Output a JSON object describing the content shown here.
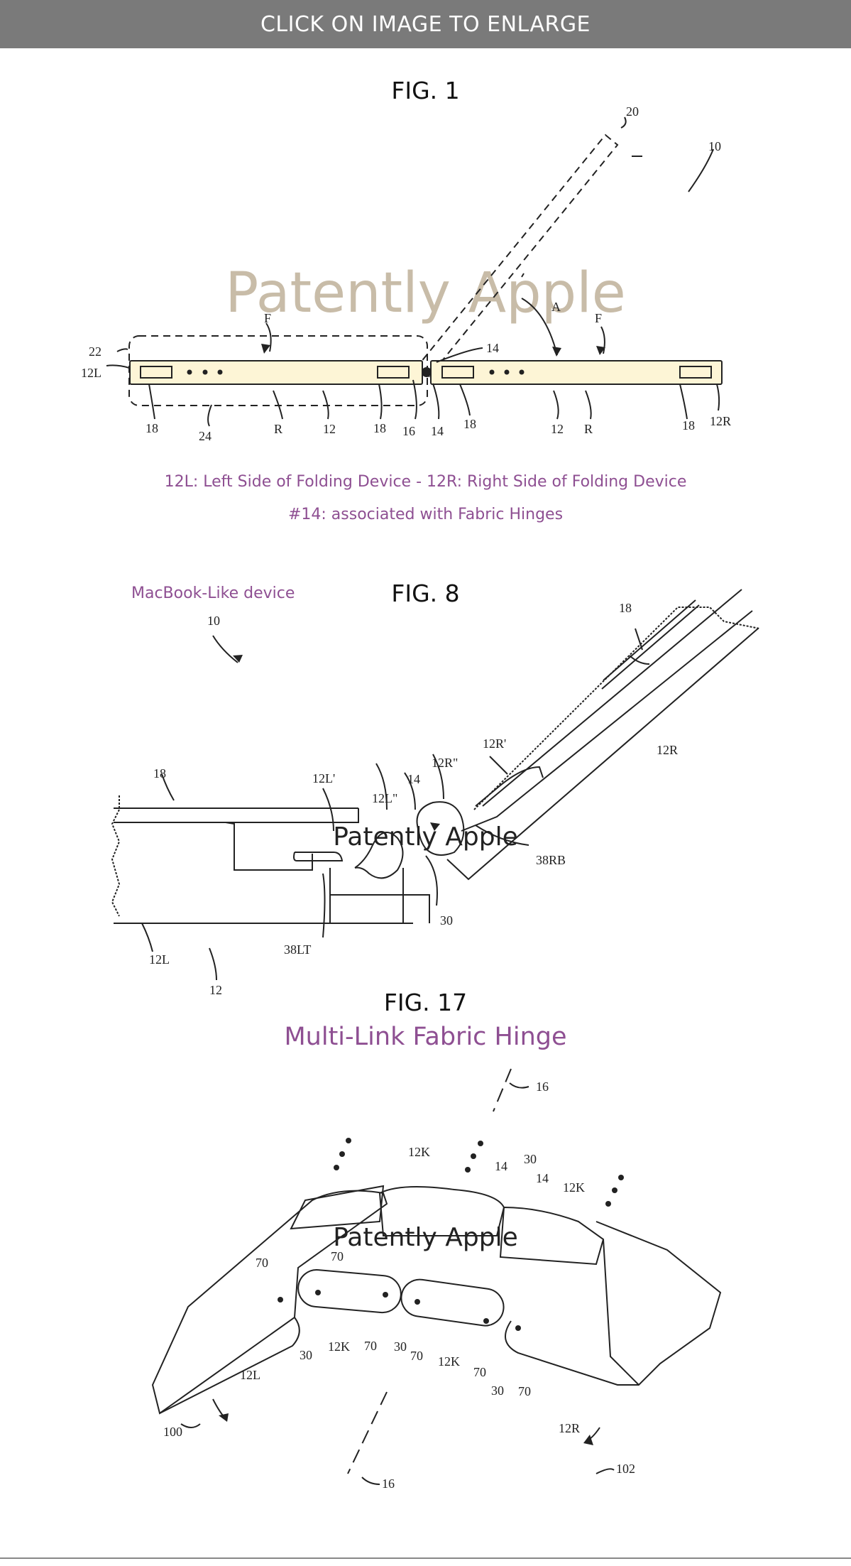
{
  "header": {
    "label": "CLICK ON IMAGE TO ENLARGE"
  },
  "watermark": "Patently Apple",
  "colors": {
    "header_bg": "#7a7a7a",
    "caption": "#8e4f92",
    "device_fill": "#fdf5d6",
    "watermark_big": "#c8bca8"
  },
  "fig1": {
    "title": "FIG. 1",
    "captions": [
      "12L: Left Side of Folding Device - 12R: Right Side of Folding Device",
      "#14: associated with Fabric Hinges"
    ],
    "labels": {
      "n20": "20",
      "n10": "10",
      "n22": "22",
      "n12L": "12L",
      "F1": "F",
      "F2": "F",
      "A": "A",
      "n14a": "14",
      "n14b": "14",
      "n16": "16",
      "n18a": "18",
      "n18b": "18",
      "n18c": "18",
      "n18d": "18",
      "n24": "24",
      "R1": "R",
      "R2": "R",
      "n12a": "12",
      "n12b": "12",
      "n12R": "12R"
    }
  },
  "fig8": {
    "title": "FIG. 8",
    "side_caption": "MacBook-Like device",
    "labels": {
      "n10": "10",
      "n18a": "18",
      "n18b": "18",
      "n12R": "12R",
      "n12Rp": "12R'",
      "n12Rpp": "12R\"",
      "n12Lp": "12L'",
      "n12Lpp": "12L\"",
      "n14": "14",
      "n38RB": "38RB",
      "n30": "30",
      "n38LT": "38LT",
      "n12L": "12L",
      "n12": "12"
    }
  },
  "fig17": {
    "title": "FIG. 17",
    "subtitle": "Multi-Link Fabric Hinge",
    "labels": {
      "n16a": "16",
      "n16b": "16",
      "n12Ka": "12K",
      "n12Kb": "12K",
      "n12Kc": "12K",
      "n12Kd": "12K",
      "n14a": "14",
      "n14b": "14",
      "n30a": "30",
      "n30b": "30",
      "n30c": "30",
      "n30d": "30",
      "n70a": "70",
      "n70b": "70",
      "n70c": "70",
      "n70d": "70",
      "n70e": "70",
      "n70f": "70",
      "n12L": "12L",
      "n12R": "12R",
      "n100": "100",
      "n102": "102"
    }
  }
}
